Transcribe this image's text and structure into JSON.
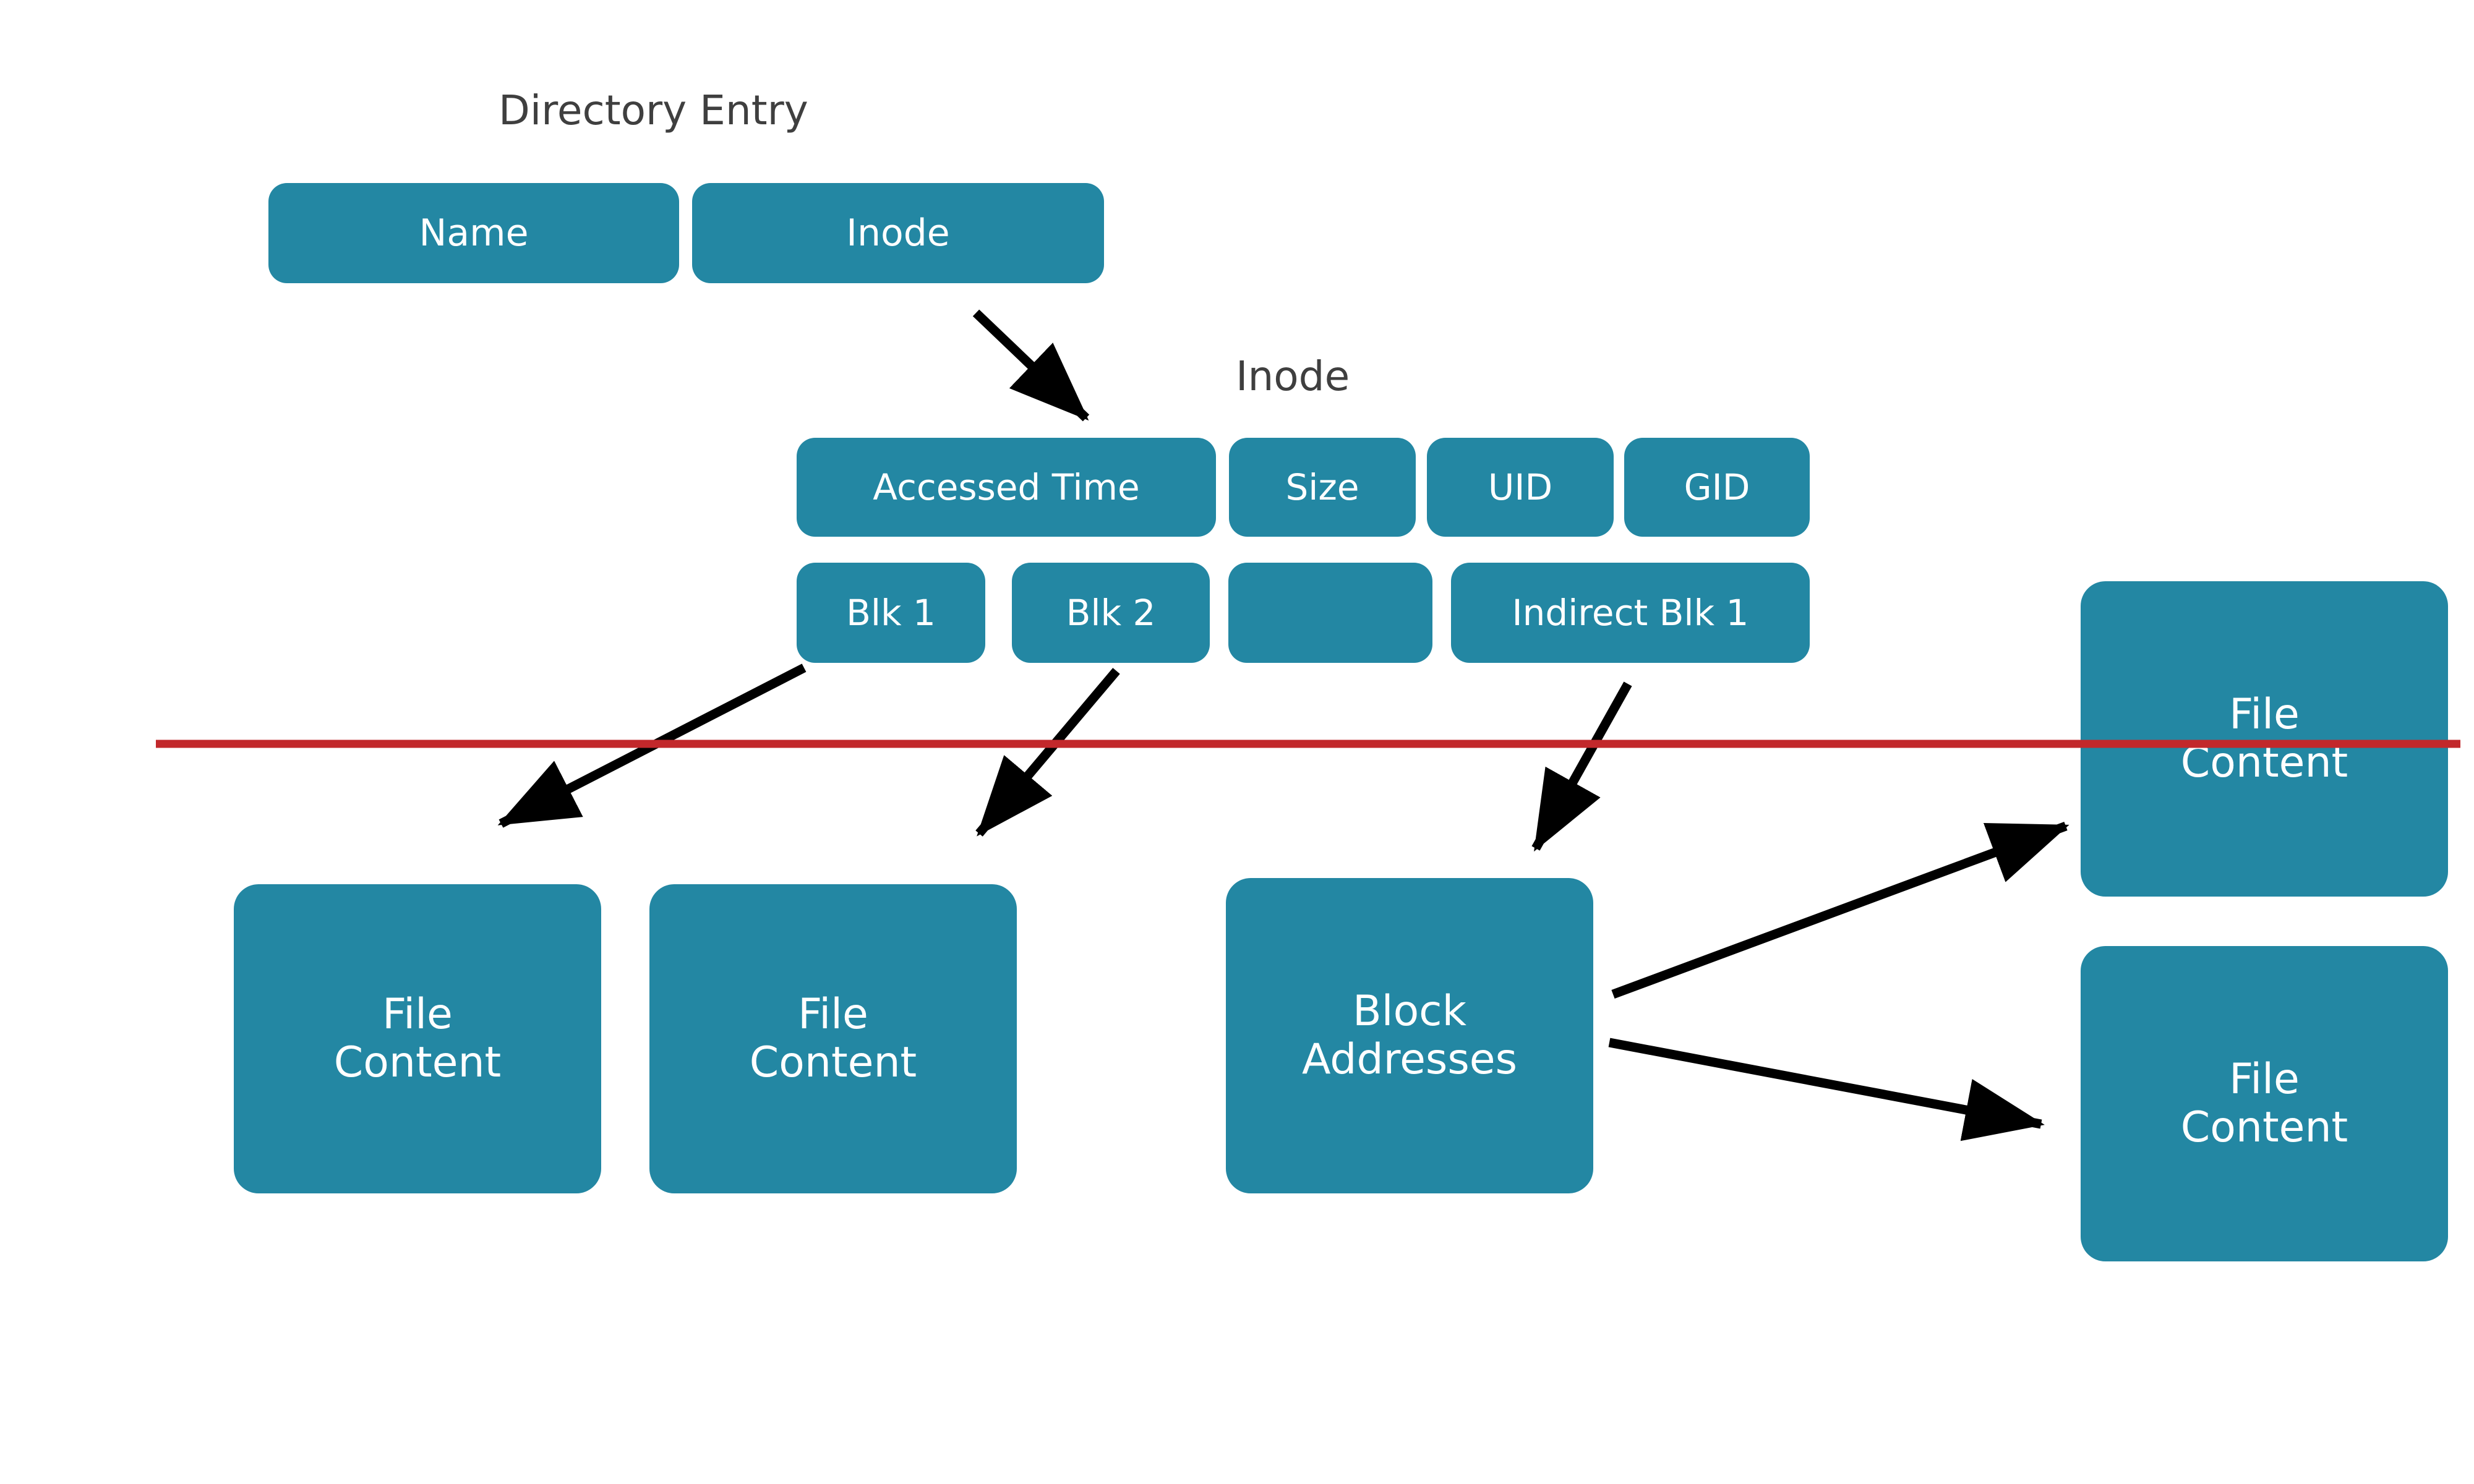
{
  "diagram": {
    "title_directory_entry": "Directory Entry",
    "title_inode": "Inode",
    "background_color": "#ffffff",
    "box_color": "#2387A3",
    "box_text_color": "#ffffff",
    "label_text_color": "#3f3f3f",
    "arrow_color": "#000000",
    "divider_color": "#C2282B"
  },
  "directory_entry": {
    "heading": "Directory Entry",
    "fields": [
      {
        "label": "Name"
      },
      {
        "label": "Inode"
      }
    ]
  },
  "inode": {
    "heading": "Inode",
    "row1": [
      {
        "label": "Accessed Time"
      },
      {
        "label": "Size"
      },
      {
        "label": "UID"
      },
      {
        "label": "GID"
      }
    ],
    "row2": [
      {
        "label": "Blk 1"
      },
      {
        "label": "Blk 2"
      },
      {
        "label": ""
      },
      {
        "label": "Indirect Blk 1"
      }
    ]
  },
  "data_blocks": {
    "block1": {
      "line1": "File",
      "line2": "Content"
    },
    "block2": {
      "line1": "File",
      "line2": "Content"
    },
    "indirect_block": {
      "line1": "Block",
      "line2": "Addresses"
    },
    "block3": {
      "line1": "File",
      "line2": "Content"
    },
    "block4": {
      "line1": "File",
      "line2": "Content"
    }
  },
  "divider": {
    "name": "metadata-data-divider",
    "color": "#C2282B"
  }
}
